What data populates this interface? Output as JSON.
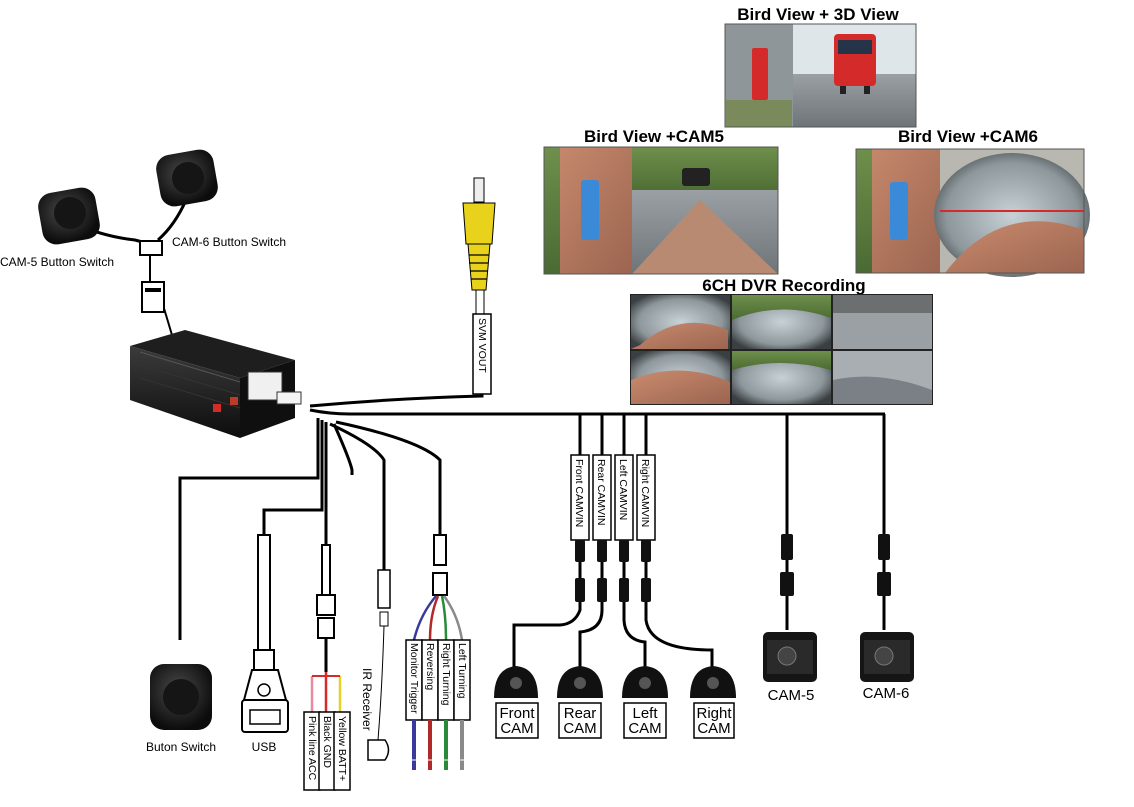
{
  "titles": {
    "bird_3d": "Bird View + 3D View",
    "bird_cam5": "Bird View +CAM5",
    "bird_cam6": "Bird View +CAM6",
    "dvr": "6CH DVR Recording"
  },
  "switches": {
    "cam5_switch": "CAM-5 Button Switch",
    "cam6_switch": "CAM-6 Button Switch"
  },
  "video_out": "SVM VOUT",
  "camera_inputs": [
    "Front CAMVIN",
    "Rear CAMVIN",
    "Left CAMVIN",
    "Right CAMVIN"
  ],
  "cameras": [
    {
      "line1": "Front",
      "line2": "CAM"
    },
    {
      "line1": "Rear",
      "line2": "CAM"
    },
    {
      "line1": "Left",
      "line2": "CAM"
    },
    {
      "line1": "Right",
      "line2": "CAM"
    }
  ],
  "aux_cameras": [
    "CAM-5",
    "CAM-6"
  ],
  "triggers": [
    "Monitor Trigger",
    "Reversing",
    "Right Turning",
    "Left Turning"
  ],
  "power": [
    "Pink line ACC",
    "Black GND",
    "Yellow BATT+"
  ],
  "ir_receiver": "IR Receiver",
  "usb": "USB",
  "button_switch": "Buton Switch",
  "colors": {
    "wire": "#000000",
    "rca_yellow": "#e8d21c",
    "power_pink": "#e88aa0",
    "power_red": "#d42a2a",
    "power_yellow": "#e6d227",
    "trigger_blue": "#3a3a9a",
    "trigger_red": "#b02a2a",
    "trigger_green": "#2a8a3a",
    "trigger_grey": "#8a8a8a",
    "screen_red": "#d42a2a",
    "screen_blue": "#3a8ad8"
  }
}
